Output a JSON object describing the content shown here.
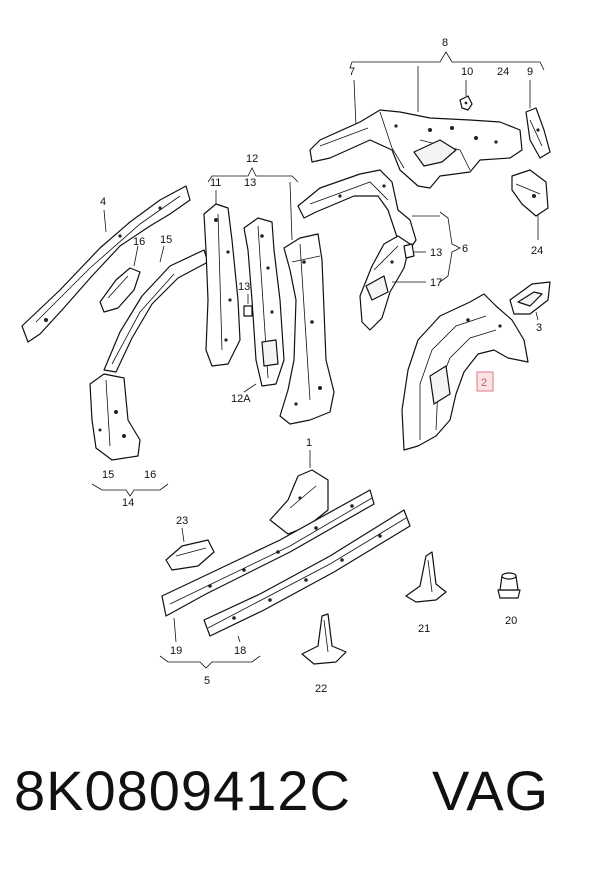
{
  "diagram": {
    "callouts": {
      "c8": "8",
      "c7": "7",
      "c10": "10",
      "c24a": "24",
      "c9": "9",
      "c4": "4",
      "c16a": "16",
      "c15a": "15",
      "c12": "12",
      "c11": "11",
      "c13a": "13",
      "c13b": "13",
      "c12A": "12A",
      "c13c": "13",
      "c6": "6",
      "c17": "17",
      "c24b": "24",
      "c3": "3",
      "c2": "2",
      "c15b": "15",
      "c16b": "16",
      "c14": "14",
      "c1": "1",
      "c23": "23",
      "c19": "19",
      "c18": "18",
      "c5": "5",
      "c21": "21",
      "c20": "20",
      "c22": "22"
    },
    "highlighted_callout": "2",
    "highlight_color": "#e07a86"
  },
  "footer": {
    "part_number": "8K0809412C",
    "brand": "VAG"
  }
}
